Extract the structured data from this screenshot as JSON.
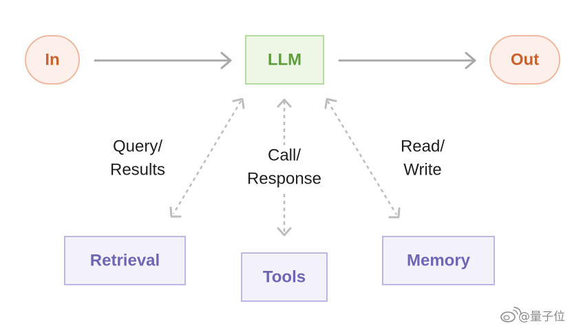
{
  "nodes": {
    "input": {
      "label": "In"
    },
    "llm": {
      "label": "LLM"
    },
    "output": {
      "label": "Out"
    },
    "retrieval": {
      "label": "Retrieval"
    },
    "tools": {
      "label": "Tools"
    },
    "memory": {
      "label": "Memory"
    }
  },
  "edges": {
    "retrieval": {
      "label_line1": "Query/",
      "label_line2": "Results"
    },
    "tools": {
      "label_line1": "Call/",
      "label_line2": "Response"
    },
    "memory": {
      "label_line1": "Read/",
      "label_line2": "Write"
    }
  },
  "watermark": {
    "text": "@量子位"
  },
  "colors": {
    "io_fill": "#fdf0eb",
    "io_stroke": "#f0b8a0",
    "io_text": "#c9622f",
    "llm_fill": "#eef7e6",
    "llm_stroke": "#b6dba1",
    "llm_text": "#5e9d3c",
    "aug_fill": "#f3f2fb",
    "aug_stroke": "#bdb7e6",
    "aug_text": "#6e66b4",
    "arrow": "#a8a8a8",
    "dashed": "#bdbdbd"
  }
}
